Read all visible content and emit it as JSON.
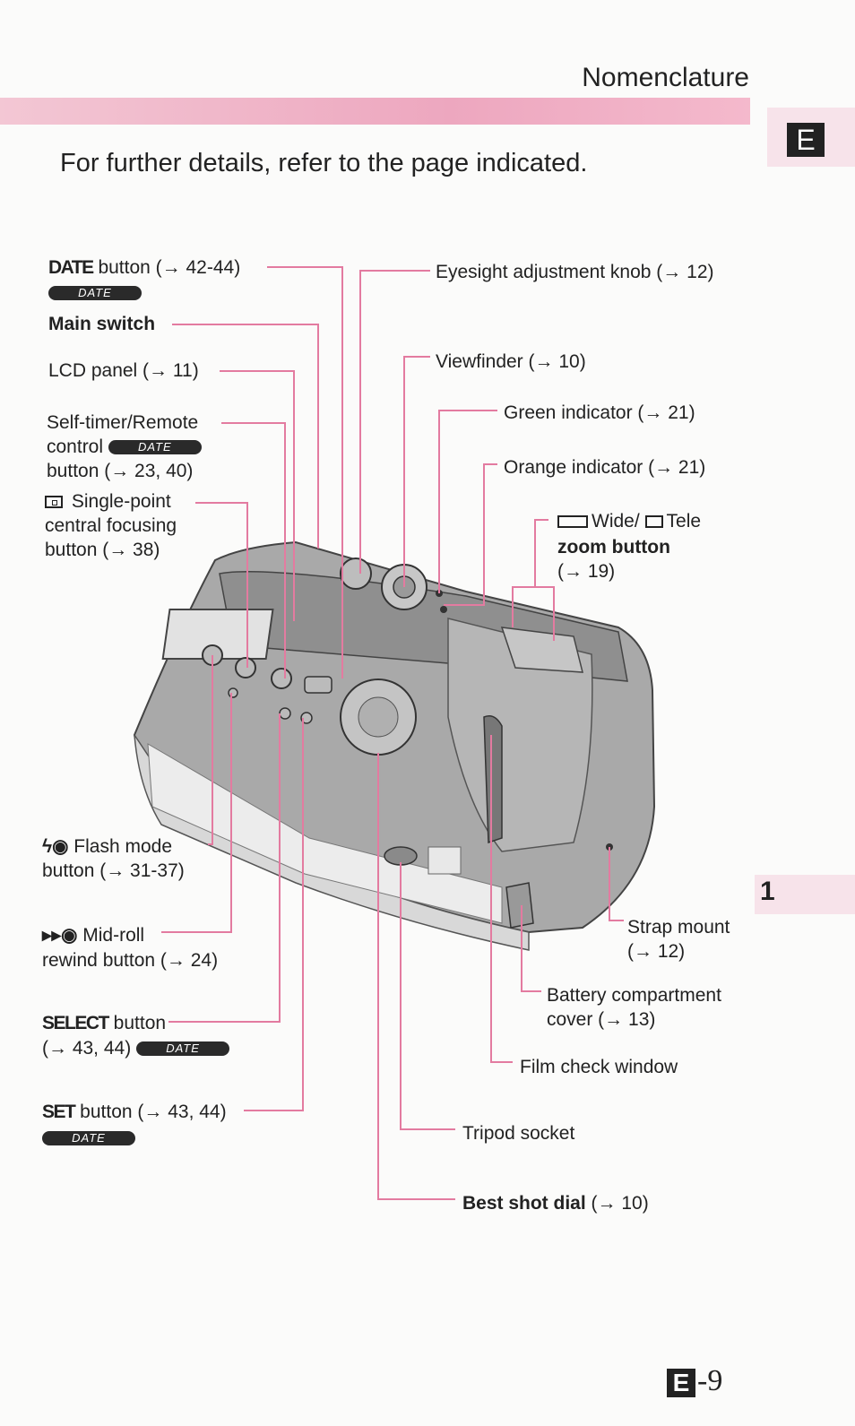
{
  "header": {
    "title": "Nomenclature",
    "section_tab": "E"
  },
  "intro": "For further details, refer to the page indicated.",
  "date_badge": "DATE",
  "left_labels": {
    "date_button": {
      "name": "DATE",
      "rest": " button (→ 42-44)"
    },
    "main_switch": "Main switch",
    "lcd_panel": "LCD panel (→ 11)",
    "self_timer": {
      "line1": "Self-timer/Remote",
      "line2": "control",
      "line3": "button (→ 23, 40)"
    },
    "single_point": {
      "line1": "Single-point",
      "line2": "central focusing",
      "line3": "button (→ 38)"
    },
    "flash_mode": {
      "icon": "ϟ◉",
      "line1": "Flash mode",
      "line2": "button (→ 31-37)"
    },
    "midroll": {
      "icon": "▸▸◉",
      "line1": "Mid-roll",
      "line2": "rewind button (→ 24)"
    },
    "select_button": {
      "name": "SELECT",
      "rest": " button",
      "line2": "(→ 43, 44)"
    },
    "set_button": {
      "name": "SET",
      "rest": " button (→ 43, 44)"
    }
  },
  "right_labels": {
    "eyesight": "Eyesight adjustment knob (→ 12)",
    "viewfinder": "Viewfinder (→ 10)",
    "green": "Green indicator (→ 21)",
    "orange": "Orange indicator (→ 21)",
    "zoom": {
      "line1a": "Wide/",
      "line1b": "Tele",
      "line2": "zoom button",
      "line3": "(→ 19)"
    },
    "strap": {
      "line1": "Strap mount",
      "line2": "(→ 12)"
    },
    "battery": {
      "line1": "Battery compartment",
      "line2": "cover (→ 13)"
    },
    "film_check": "Film check window",
    "tripod": "Tripod socket",
    "best_shot": {
      "name": "Best shot dial",
      "rest": " (→ 10)"
    }
  },
  "chapter": "1",
  "footer": {
    "page_letter": "E",
    "page_number": "-9"
  },
  "colors": {
    "pink_leader": "#e37ba0",
    "pink_bar": "#eda7bf",
    "camera_body": "#9a9a9a"
  }
}
